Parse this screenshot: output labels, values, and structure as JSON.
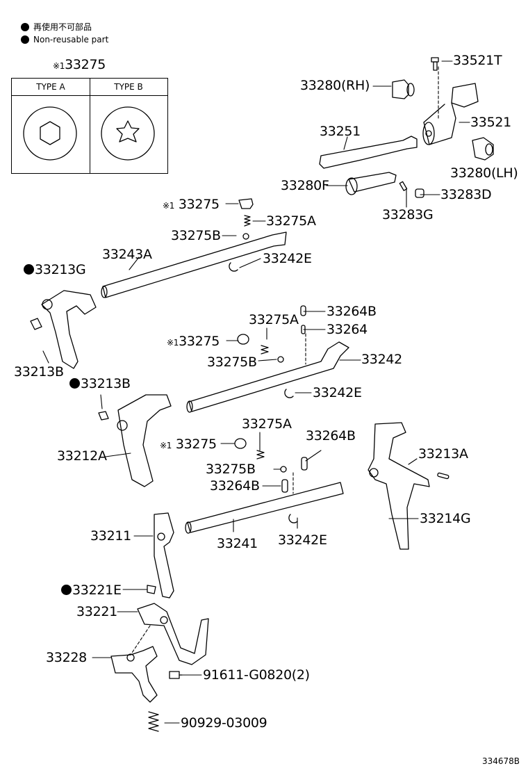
{
  "legend": {
    "line1": "再使用不可部品",
    "line2": "Non-reusable part"
  },
  "type_box": {
    "title_mark": "※1",
    "title_part": "33275",
    "type_a": "TYPE A",
    "type_b": "TYPE B"
  },
  "labels": {
    "p33521T": "33521T",
    "p33280RH": "33280(RH)",
    "p33521": "33521",
    "p33251": "33251",
    "p33280LH": "33280(LH)",
    "p33280F": "33280F",
    "p33283D": "33283D",
    "p33283G": "33283G",
    "p33275_top_mark": "※1",
    "p33275_top": "33275",
    "p33275A_top": "33275A",
    "p33275B_top": "33275B",
    "p33243A": "33243A",
    "p33242E_top": "33242E",
    "p33213G": "33213G",
    "p33264B_top": "33264B",
    "p33275A_mid": "33275A",
    "p33264": "33264",
    "p33275_mid_mark": "※1",
    "p33275_mid": "33275",
    "p33242": "33242",
    "p33275B_mid": "33275B",
    "p33213B_left": "33213B",
    "p33213B_mid": "33213B",
    "p33242E_mid": "33242E",
    "p33275A_low": "33275A",
    "p33264B_low": "33264B",
    "p33275_low_mark": "※1",
    "p33275_low": "33275",
    "p33213A": "33213A",
    "p33212A": "33212A",
    "p33275B_low": "33275B",
    "p33264B_low2": "33264B",
    "p33214G": "33214G",
    "p33211": "33211",
    "p33241": "33241",
    "p33242E_low": "33242E",
    "p33221E": "33221E",
    "p33221": "33221",
    "p33228": "33228",
    "p91611": "91611-G0820(2)",
    "p90929": "90929-03009"
  },
  "ref_number": "334678B"
}
